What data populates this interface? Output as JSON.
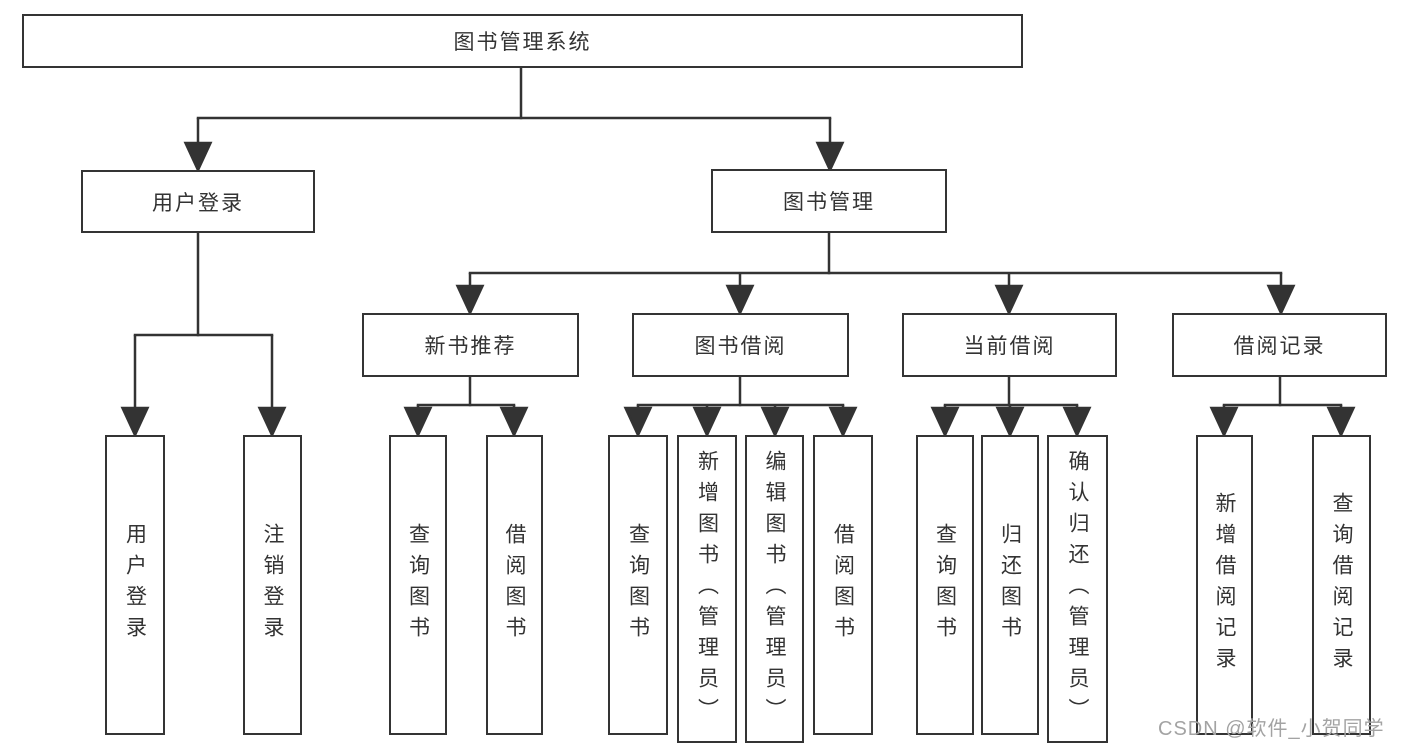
{
  "diagram_title": "图书管理系统",
  "nodes": {
    "root": {
      "label": "图书管理系统"
    },
    "user_login": {
      "label": "用户登录"
    },
    "book_mgmt": {
      "label": "图书管理"
    },
    "new_book_rec": {
      "label": "新书推荐"
    },
    "book_borrow": {
      "label": "图书借阅"
    },
    "current_borrow": {
      "label": "当前借阅"
    },
    "borrow_records": {
      "label": "借阅记录"
    },
    "leaf_user_login": {
      "label": "用户登录"
    },
    "leaf_logout": {
      "label": "注销登录"
    },
    "leaf_query_books_newrec": {
      "label": "查询图书"
    },
    "leaf_borrow_books_newrec": {
      "label": "借阅图书"
    },
    "leaf_query_books_borrow": {
      "label": "查询图书"
    },
    "leaf_add_books_admin": {
      "label": "新增图书（管理员）"
    },
    "leaf_edit_books_admin": {
      "label": "编辑图书（管理员）"
    },
    "leaf_borrow_books_borrow": {
      "label": "借阅图书"
    },
    "leaf_query_books_current": {
      "label": "查询图书"
    },
    "leaf_return_books": {
      "label": "归还图书"
    },
    "leaf_confirm_return_admin": {
      "label": "确认归还（管理员）"
    },
    "leaf_add_borrow_record": {
      "label": "新增借阅记录"
    },
    "leaf_query_borrow_record": {
      "label": "查询借阅记录"
    }
  },
  "hierarchy": {
    "图书管理系统": [
      "用户登录",
      "图书管理"
    ],
    "用户登录": [
      "用户登录",
      "注销登录"
    ],
    "图书管理": [
      "新书推荐",
      "图书借阅",
      "当前借阅",
      "借阅记录"
    ],
    "新书推荐": [
      "查询图书",
      "借阅图书"
    ],
    "图书借阅": [
      "查询图书",
      "新增图书（管理员）",
      "编辑图书（管理员）",
      "借阅图书"
    ],
    "当前借阅": [
      "查询图书",
      "归还图书",
      "确认归还（管理员）"
    ],
    "借阅记录": [
      "新增借阅记录",
      "查询借阅记录"
    ]
  },
  "watermark": {
    "text": "CSDN @软件_小贺同学"
  },
  "colors": {
    "line": "#333333",
    "box_border": "#343434",
    "text": "#333333",
    "watermark": "#a3a3a3",
    "background": "#ffffff"
  }
}
